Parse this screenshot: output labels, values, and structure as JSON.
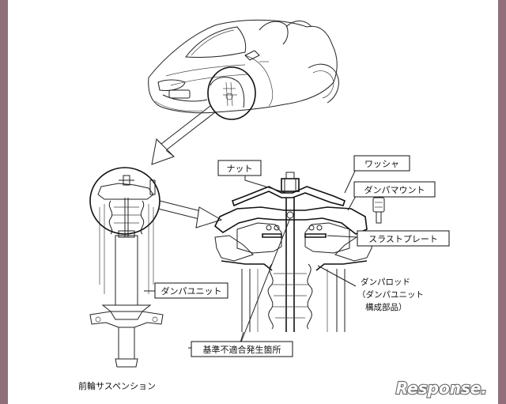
{
  "labels": {
    "nut": "ナット",
    "washer": "ワッシャ",
    "damper_mount": "ダンパマウント",
    "thrust_plate": "スラストプレート",
    "damper_unit": "ダンパユニット",
    "damper_rod_line1": "ダンパロッド",
    "damper_rod_line2": "（ダンパユニット",
    "damper_rod_line3": "構成部品）",
    "defect_location": "基準不適合発生箇所",
    "front_suspension": "前輪サスペンション"
  },
  "watermark": "Response.",
  "colors": {
    "page_border": "#8e6f7a",
    "background": "#ffffff",
    "line": "#222222"
  }
}
